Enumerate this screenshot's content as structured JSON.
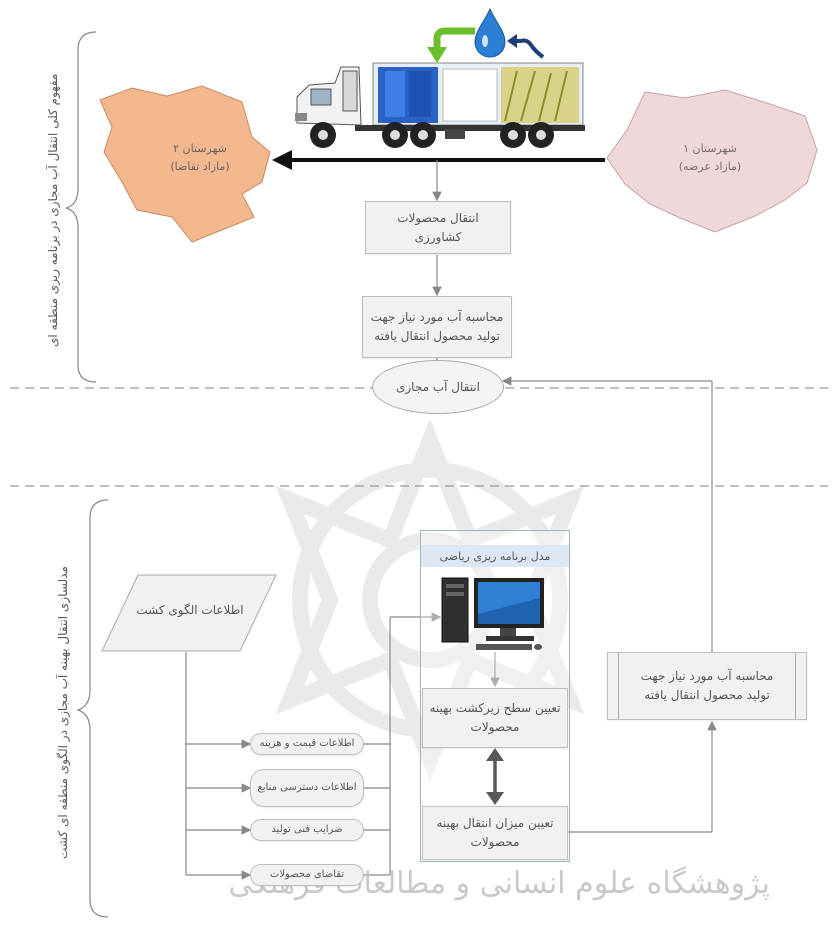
{
  "top_section": {
    "side_label": "مفهوم کلی انتقال آب مجازی در برنامه ریزی منطقه ای",
    "city_source": {
      "name": "شهرستان ۱",
      "role": "(مازاد عرضه)",
      "color": "#efd8da"
    },
    "city_dest": {
      "name": "شهرستان ۲",
      "role": "(مازاد تقاضا)",
      "color": "#f4b88e"
    },
    "flow_box_1": "انتقال محصولات کشاورزی",
    "flow_box_2": "محاسبه آب مورد نیاز جهت تولید محصول انتقال یافته"
  },
  "middle": {
    "ellipse_label": "انتقال آب مجازی"
  },
  "bottom_section": {
    "side_label": "مدلسازی انتقال بهینه آب مجازی در الگوی منطقه ای کشت",
    "pattern_info": "اطلاعات الگوی کشت",
    "model_title": "مدل برنامه ریزی ریاضی",
    "optimal_area": "تعیین سطح زیرکشت بهینه محصولات",
    "optimal_transfer": "تعیین میزان انتقال بهینه محصولات",
    "right_box": "محاسبه آب مورد نیاز جهت تولید محصول انتقال یافته",
    "inputs": [
      "اطلاعات قیمت و هزینه",
      "اطلاعات دسترسی منابع",
      "ضرایب فنی تولید",
      "تقاضای محصولات"
    ]
  },
  "watermark": "پژوهشگاه علوم انسانی و مطالعات فرهنگی",
  "colors": {
    "water_green": "#6bbf2a",
    "water_blue": "#1f6fbf",
    "arrow_black": "#111111"
  }
}
